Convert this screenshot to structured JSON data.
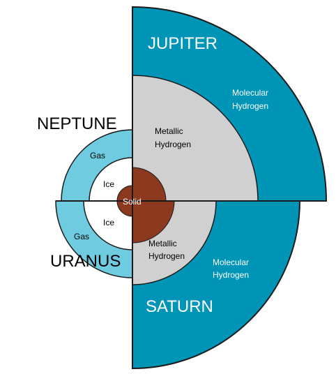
{
  "diagram": {
    "planets": {
      "jupiter": {
        "name": "JUPITER",
        "outer_layer": [
          "Molecular",
          "Hydrogen"
        ],
        "middle_layer": [
          "Metallic",
          "Hydrogen"
        ]
      },
      "saturn": {
        "name": "SATURN",
        "outer_layer": [
          "Molecular",
          "Hydrogen"
        ],
        "middle_layer": [
          "Metallic",
          "Hydrogen"
        ]
      },
      "neptune": {
        "name": "NEPTUNE",
        "outer_layer": "Gas",
        "middle_layer": "Ice"
      },
      "uranus": {
        "name": "URANUS",
        "outer_layer": "Gas",
        "middle_layer": "Ice"
      }
    },
    "core_label": "Solid"
  },
  "colors": {
    "molecular_hydrogen": "#0095b6",
    "metallic_hydrogen": "#d0d0d0",
    "core": "#8b3a20",
    "gas": "#6fcbe0",
    "ice": "#ffffff",
    "outline": "#1a1a1a"
  }
}
